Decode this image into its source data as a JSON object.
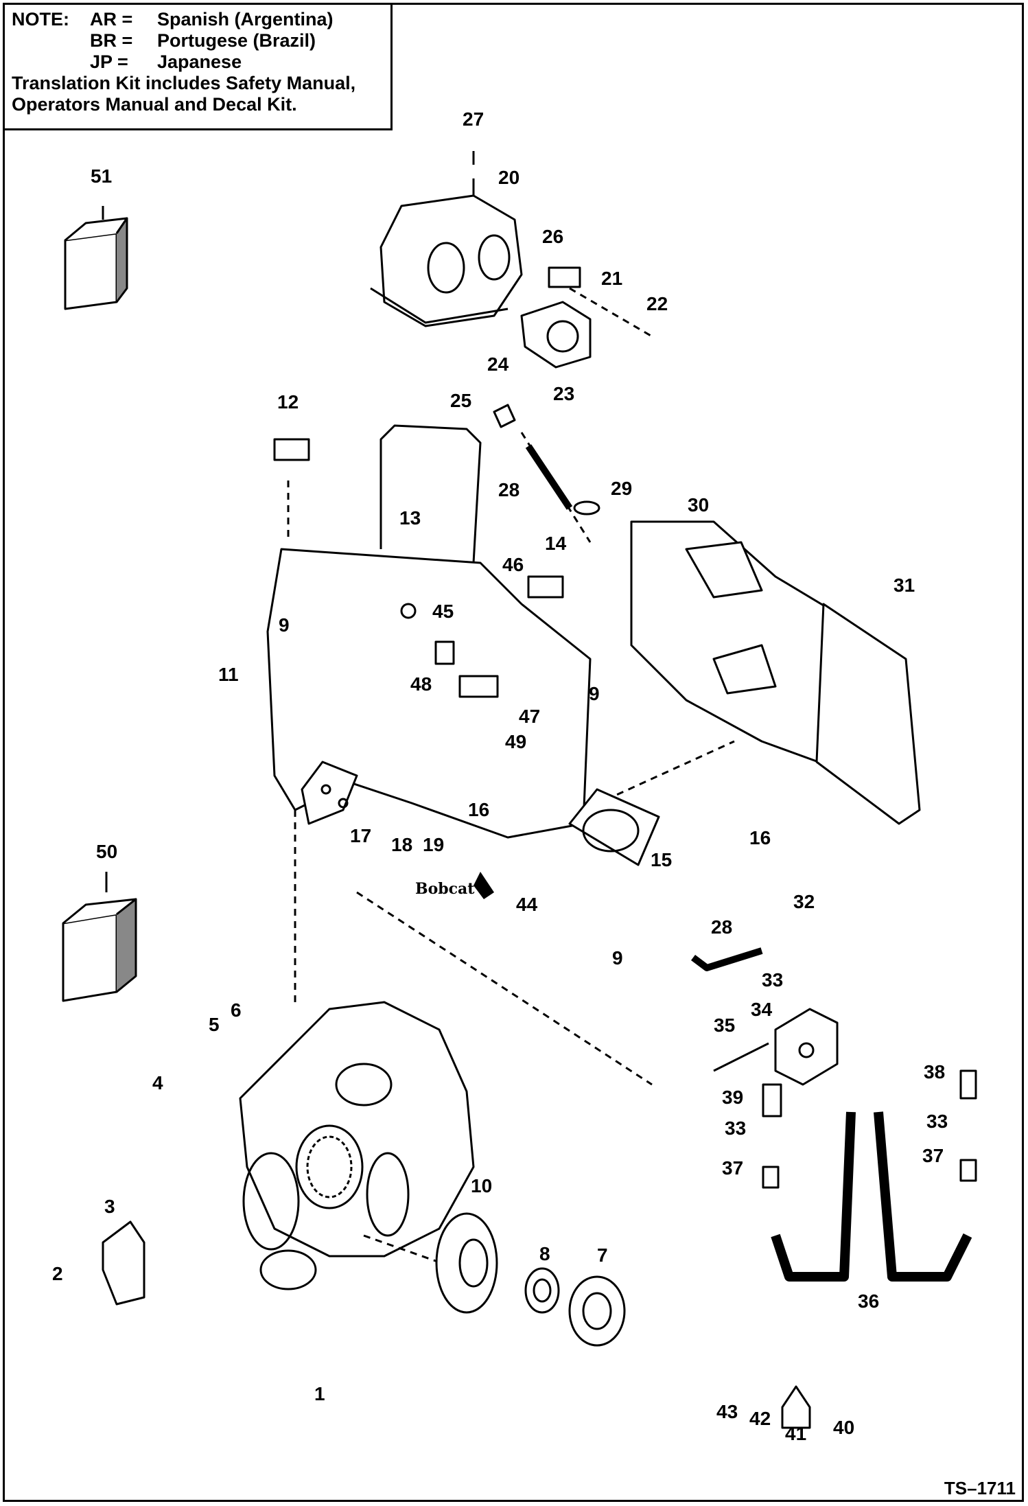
{
  "note": {
    "heading": "NOTE:",
    "languages": [
      {
        "code": "AR =",
        "language": "Spanish (Argentina)"
      },
      {
        "code": "BR =",
        "language": "Portugese (Brazil)"
      },
      {
        "code": "JP =",
        "language": "Japanese"
      }
    ],
    "kit_line_1": "Translation Kit includes Safety Manual,",
    "kit_line_2": "Operators Manual and Decal Kit."
  },
  "brand_decal": "Bobcat",
  "document_id": "TS–1711",
  "callouts": [
    "1",
    "2",
    "3",
    "4",
    "5",
    "6",
    "7",
    "8",
    "9",
    "9",
    "9",
    "10",
    "11",
    "12",
    "13",
    "14",
    "15",
    "16",
    "16",
    "17",
    "18",
    "19",
    "20",
    "21",
    "22",
    "23",
    "24",
    "25",
    "26",
    "27",
    "28",
    "28",
    "29",
    "30",
    "31",
    "32",
    "33",
    "33",
    "33",
    "34",
    "35",
    "36",
    "37",
    "37",
    "38",
    "39",
    "40",
    "41",
    "42",
    "43",
    "44",
    "45",
    "46",
    "47",
    "48",
    "49",
    "50",
    "51"
  ],
  "colors": {
    "ink": "#000000",
    "paper": "#ffffff",
    "shade": "#888888"
  }
}
